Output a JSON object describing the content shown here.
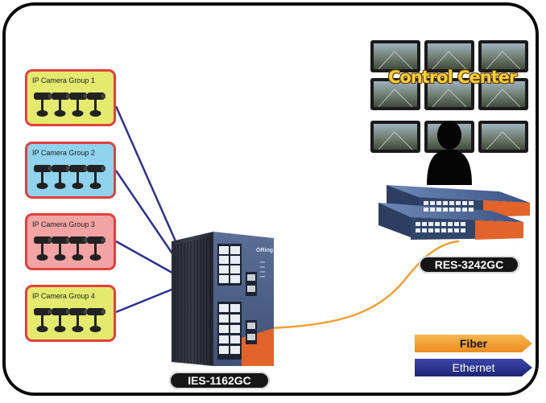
{
  "camera_groups": [
    {
      "label": "IP Camera Group 1",
      "color": "#e4ea6e"
    },
    {
      "label": "IP Camera Group 2",
      "color": "#8fd3ef"
    },
    {
      "label": "IP Camera Group 3",
      "color": "#f2a3a4"
    },
    {
      "label": "IP Camera Group 4",
      "color": "#e4ea6e"
    }
  ],
  "devices": {
    "industrial_switch": "IES-1162GC",
    "rack_switch": "RES-3242GC",
    "brand_mark": "ORing"
  },
  "control_center": {
    "label": "Control Center"
  },
  "legend": {
    "fiber": {
      "label": "Fiber",
      "color": "#f0a030"
    },
    "ethernet": {
      "label": "Ethernet",
      "color": "#2b3290"
    }
  },
  "colors": {
    "ethernet_line": "#2b3290",
    "fiber_line": "#f0a030",
    "group_border": "#e0413f"
  }
}
